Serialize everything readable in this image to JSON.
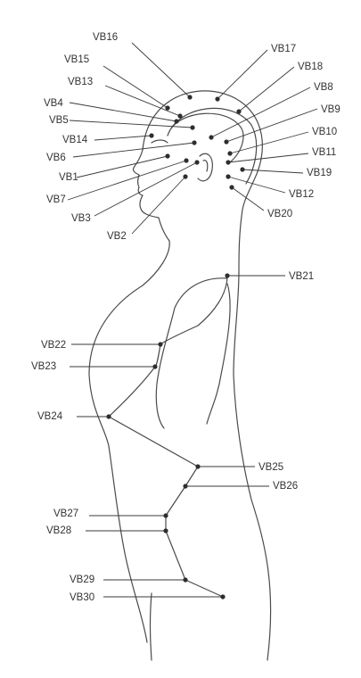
{
  "points": [
    {
      "id": "VB16",
      "label": "VB16"
    },
    {
      "id": "VB15",
      "label": "VB15"
    },
    {
      "id": "VB13",
      "label": "VB13"
    },
    {
      "id": "VB4",
      "label": "VB4"
    },
    {
      "id": "VB5",
      "label": "VB5"
    },
    {
      "id": "VB14",
      "label": "VB14"
    },
    {
      "id": "VB6",
      "label": "VB6"
    },
    {
      "id": "VB1",
      "label": "VB1"
    },
    {
      "id": "VB7",
      "label": "VB7"
    },
    {
      "id": "VB3",
      "label": "VB3"
    },
    {
      "id": "VB2",
      "label": "VB2"
    },
    {
      "id": "VB17",
      "label": "VB17"
    },
    {
      "id": "VB18",
      "label": "VB18"
    },
    {
      "id": "VB8",
      "label": "VB8"
    },
    {
      "id": "VB9",
      "label": "VB9"
    },
    {
      "id": "VB10",
      "label": "VB10"
    },
    {
      "id": "VB11",
      "label": "VB11"
    },
    {
      "id": "VB19",
      "label": "VB19"
    },
    {
      "id": "VB12",
      "label": "VB12"
    },
    {
      "id": "VB20",
      "label": "VB20"
    },
    {
      "id": "VB21",
      "label": "VB21"
    },
    {
      "id": "VB22",
      "label": "VB22"
    },
    {
      "id": "VB23",
      "label": "VB23"
    },
    {
      "id": "VB24",
      "label": "VB24"
    },
    {
      "id": "VB25",
      "label": "VB25"
    },
    {
      "id": "VB26",
      "label": "VB26"
    },
    {
      "id": "VB27",
      "label": "VB27"
    },
    {
      "id": "VB28",
      "label": "VB28"
    },
    {
      "id": "VB29",
      "label": "VB29"
    },
    {
      "id": "VB30",
      "label": "VB30"
    }
  ]
}
